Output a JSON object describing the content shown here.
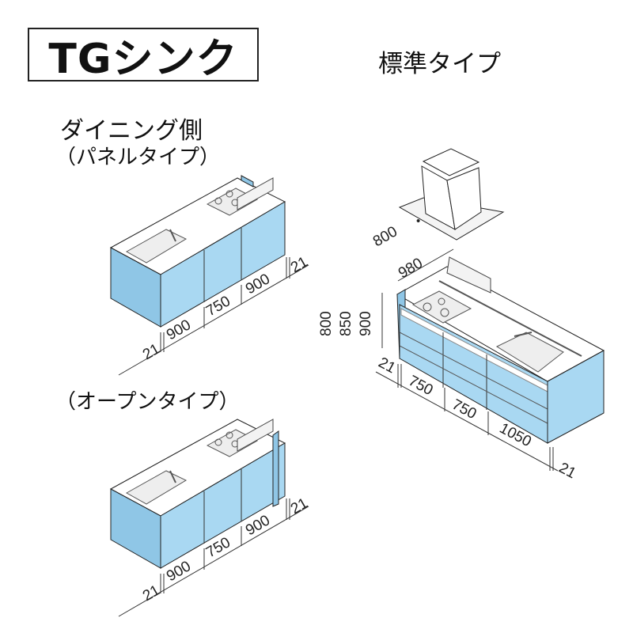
{
  "title": "TGシンク",
  "standard_label": "標準タイプ",
  "dining_label": "ダイニング側",
  "panel_type_label": "（パネルタイプ）",
  "open_type_label": "（オープンタイプ）",
  "colors": {
    "cabinet": "#a9d8f2",
    "panel": "#8fc6e6",
    "line": "#222222"
  },
  "dining_panel": {
    "dims": [
      "21",
      "900",
      "750",
      "900",
      "21"
    ]
  },
  "dining_open": {
    "dims": [
      "21",
      "900",
      "750",
      "900",
      "21"
    ]
  },
  "standard": {
    "depth_top": "800",
    "depth_dot": "・",
    "depth_bottom": "980",
    "heights": [
      "800",
      "850",
      "900"
    ],
    "dims": [
      "21",
      "750",
      "750",
      "1050",
      "21"
    ]
  }
}
